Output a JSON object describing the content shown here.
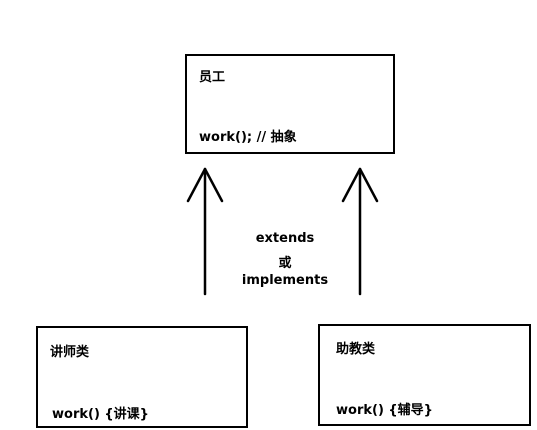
{
  "diagram": {
    "parent": {
      "name": "员工",
      "method": "work(); // 抽象"
    },
    "children": [
      {
        "name": "讲师类",
        "method": "work() {讲课}"
      },
      {
        "name": "助教类",
        "method": "work() {辅导}"
      }
    ],
    "relation": {
      "line1": "extends",
      "line2": "或",
      "line3": "implements"
    }
  }
}
